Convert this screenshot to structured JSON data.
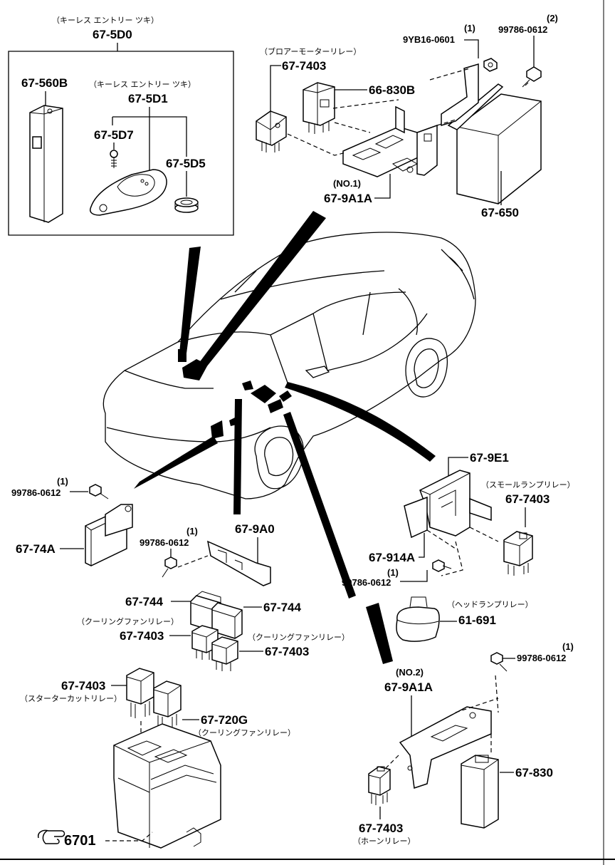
{
  "inset": {
    "title_jp": "（キーレス エントリー ツキ）",
    "part": "67-5D0"
  },
  "labels": {
    "p_5d0_sub_jp": "（キーレス エントリー ツキ）",
    "p_5d1": "67-5D1",
    "p_560b": "67-560B",
    "p_5d7": "67-5D7",
    "p_5d5": "67-5D5",
    "p_blower_jp": "（ブロアーモーターリレー）",
    "p_7403_blower": "67-7403",
    "p_830b": "66-830B",
    "p_no1": "(NO.1)",
    "p_9a1a_1": "67-9A1A",
    "p_650": "67-650",
    "q1_top": "(1)",
    "p_9yb16": "9YB16-0601",
    "q2_top": "(2)",
    "p_99786_top": "99786-0612",
    "p_9e1": "67-9E1",
    "p_small_jp": "（スモールランプリレー）",
    "p_7403_small": "67-7403",
    "p_914a": "67-914A",
    "q1_914": "(1)",
    "p_99786_914": "99786-0612",
    "p_head_jp": "（ヘッドランプリレー）",
    "p_61691": "61-691",
    "q1_left": "(1)",
    "p_99786_left": "99786-0612",
    "p_74a": "67-74A",
    "p_9a0": "67-9A0",
    "q1_9a0": "(1)",
    "p_99786_9a0": "99786-0612",
    "p_744_l": "67-744",
    "p_744_r": "67-744",
    "p_cool_jp_1": "（クーリングファンリレー）",
    "p_7403_cool1": "67-7403",
    "p_cool_jp_2": "（クーリングファンリレー）",
    "p_7403_cool2": "67-7403",
    "p_7403_starter": "67-7403",
    "p_starter_jp": "（スターターカットリレー）",
    "p_720g": "67-720G",
    "p_cool_jp_3": "（クーリングファンリレー）",
    "q1_no2": "(1)",
    "p_99786_no2": "99786-0612",
    "p_no2": "(NO.2)",
    "p_9a1a_2": "67-9A1A",
    "p_830": "67-830",
    "p_7403_horn": "67-7403",
    "p_horn_jp": "（ホーンリレー）",
    "p_6701": "6701"
  },
  "icons": {
    "reference": "pointing-hand-icon"
  }
}
